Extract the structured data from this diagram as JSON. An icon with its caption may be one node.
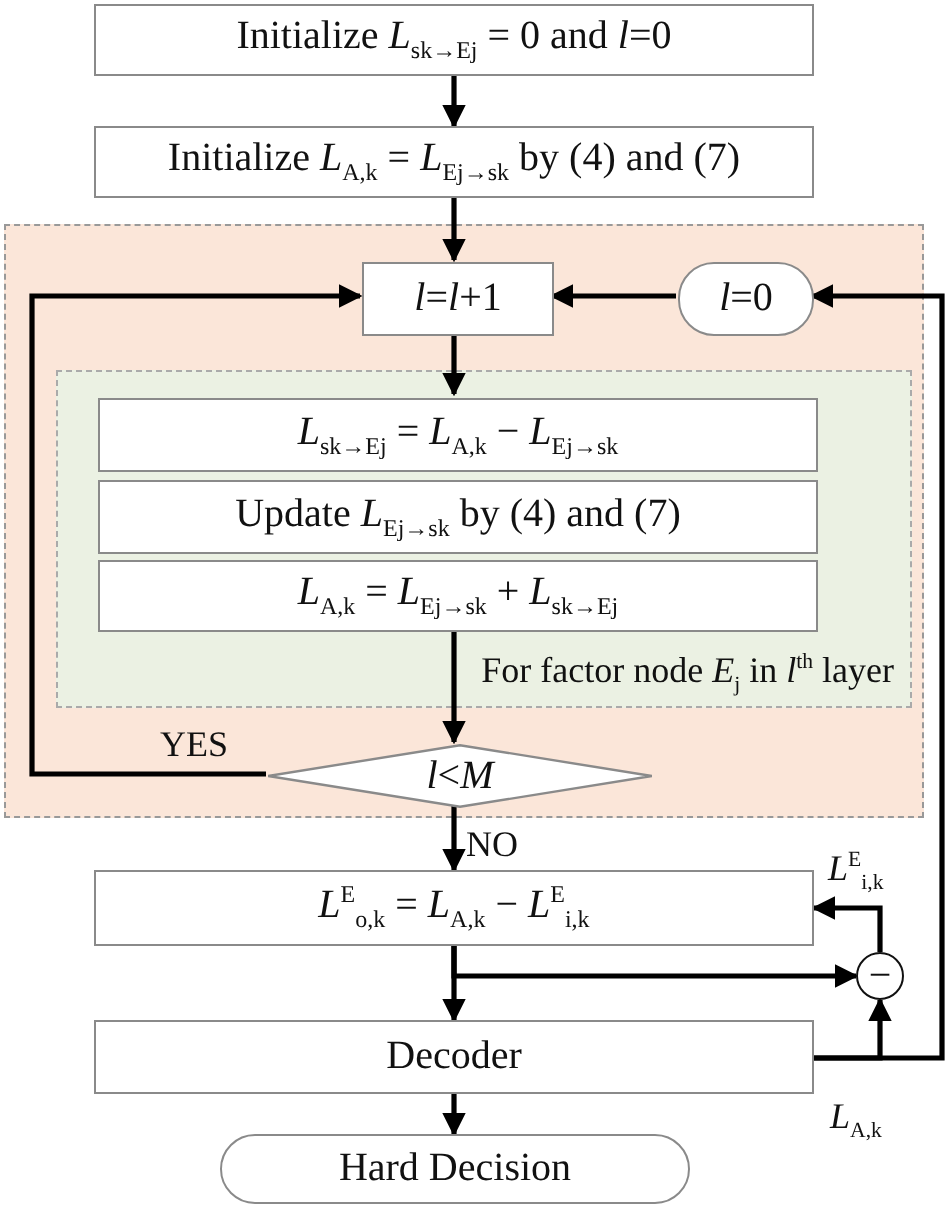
{
  "diagram": {
    "nodes": [
      {
        "text": [
          "Initialize *L*$_{sk→Ej}$ = 0 and *l*=0"
        ]
      },
      {
        "text": [
          "Initialize *L*$_{A,k}$ = *L*$_{Ej→sk}$ by (4) and (7)"
        ]
      },
      {
        "text": [],
        "shape": "box"
      },
      {
        "text": [
          "*l*=*l*+1"
        ],
        "in": 2
      },
      {
        "text": [
          "*l*=0"
        ],
        "in": 2
      },
      {
        "text": [
          "For factor node *E*$_{j}$ in *l*$^{th}$ layer"
        ],
        "in": 2
      },
      {
        "text": [
          "*L*$_{sk→Ej}$ = *L*$_{A,k}$ − *L*$_{Ej→sk}$"
        ],
        "in": 5
      },
      {
        "text": [
          "Update *L*$_{Ej→sk}$ by (4) and (7)"
        ],
        "in": 5
      },
      {
        "text": [
          "*L*$_{A,k}$ = *L*$_{Ej→sk}$ + *L*$_{sk→Ej}$"
        ],
        "in": 5
      },
      {
        "text": [
          "*l*<*M*"
        ],
        "in": 2
      },
      {
        "text": [
          "*L*$^{E}$$_{o,k}$ = *L*$_{A,k}$ − *L*$^{E}$$_{i,k}$"
        ]
      },
      {
        "text": [
          "−"
        ]
      },
      {
        "text": [
          "Decoder"
        ]
      },
      {
        "text": [
          "Hard Decision"
        ]
      }
    ],
    "edges": [
      {
        "from": 0,
        "to": 1,
        "arrow": "to"
      },
      {
        "from": 1,
        "to": 3,
        "arrow": "to"
      },
      {
        "from": 3,
        "to": 6,
        "arrow": "to"
      },
      {
        "from": 8,
        "to": 9,
        "arrow": "to"
      },
      {
        "from": 9,
        "to": 3,
        "arrow": "to",
        "label": "YES"
      },
      {
        "from": 9,
        "to": 10,
        "arrow": "to",
        "label": "NO"
      },
      {
        "from": 10,
        "to": 12,
        "arrow": "to"
      },
      {
        "from": 10,
        "to": 11,
        "arrow": "to"
      },
      {
        "from": 11,
        "to": 10,
        "arrow": "to",
        "label": "*L*$^{E}$$_{i,k}$"
      },
      {
        "from": 12,
        "to": 11,
        "arrow": "to",
        "label": "*L*$_{A,k}$"
      },
      {
        "from": 12,
        "to": 4,
        "arrow": "to"
      },
      {
        "from": 4,
        "to": 3,
        "arrow": "to"
      },
      {
        "from": 12,
        "to": 13,
        "arrow": "to"
      }
    ]
  }
}
